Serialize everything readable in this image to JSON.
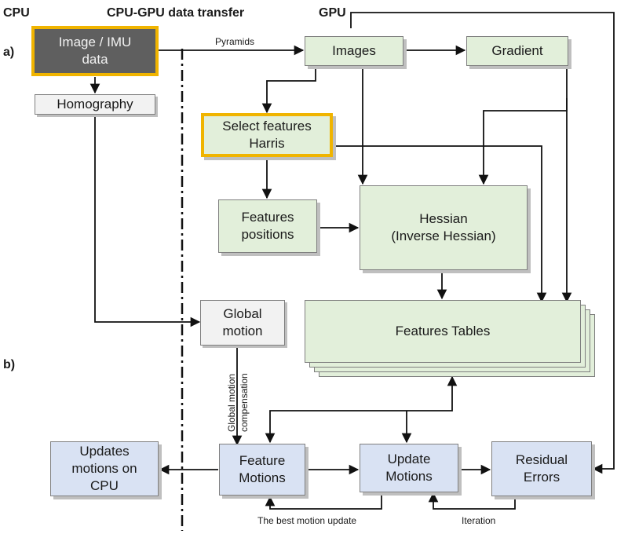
{
  "headers": {
    "cpu": "CPU",
    "transfer": "CPU-GPU data transfer",
    "gpu": "GPU"
  },
  "sections": {
    "a": "a)",
    "b": "b)"
  },
  "nodes": {
    "image_imu": "Image / IMU\ndata",
    "homography": "Homography",
    "images": "Images",
    "gradient": "Gradient",
    "select_features": "Select features\nHarris",
    "features_positions": "Features\npositions",
    "hessian": "Hessian\n(Inverse Hessian)",
    "global_motion": "Global\nmotion",
    "features_tables": "Features Tables",
    "feature_motions": "Feature\nMotions",
    "update_motions": "Update\nMotions",
    "residual_errors": "Residual\nErrors",
    "updates_cpu": "Updates\nmotions on\nCPU"
  },
  "edge_labels": {
    "pyramids": "Pyramids",
    "global_comp_1": "Global motion",
    "global_comp_2": "compensation",
    "best_motion": "The best motion  update",
    "iteration": "Iteration"
  },
  "colors": {
    "green_box": "#e2efda",
    "blue_box": "#d9e2f3",
    "highlight": "#f0b400",
    "dark_box": "#5f5f5f",
    "line": "#111111"
  }
}
